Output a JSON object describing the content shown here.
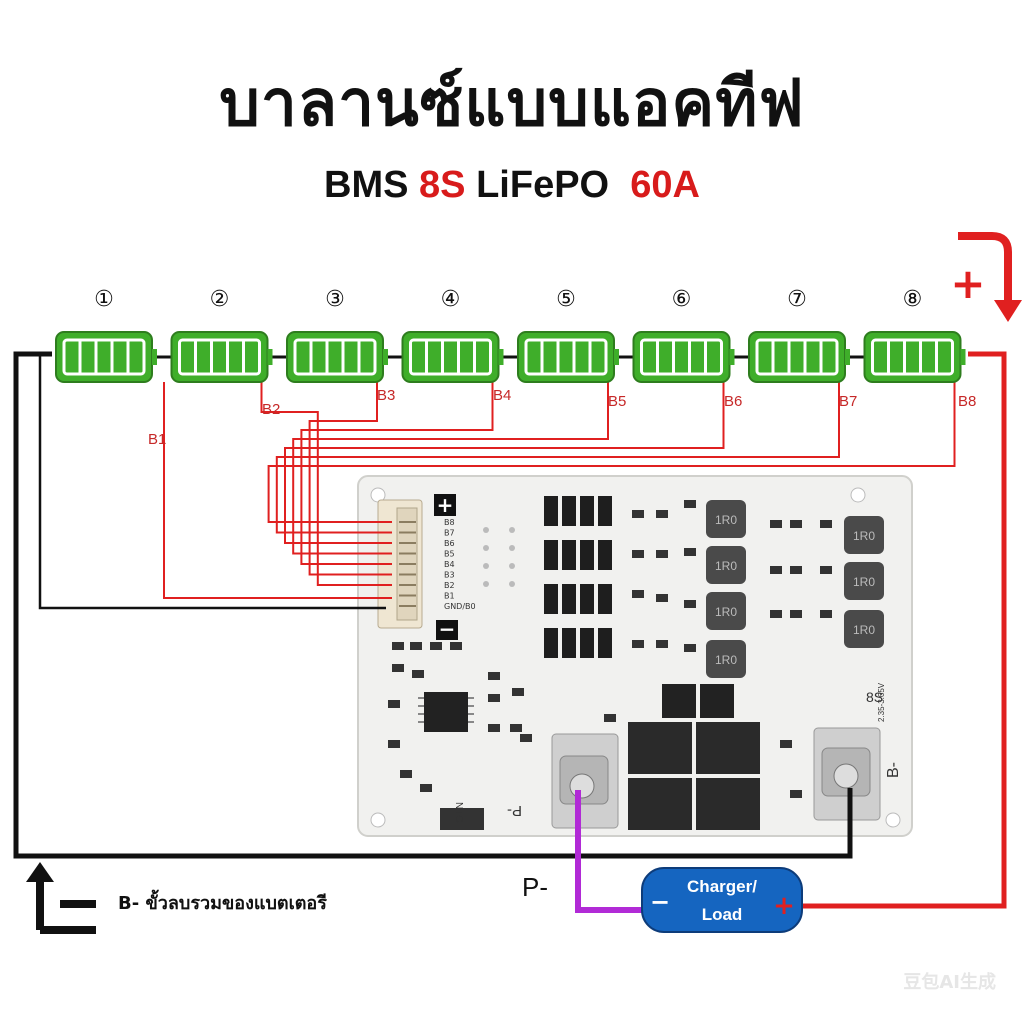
{
  "title": "บาลานซ์แบบแอคทีฟ",
  "subtitle": {
    "bms": "BMS",
    "series": "8S",
    "chem": "LiFePO",
    "current": "60A"
  },
  "colors": {
    "cell_green": "#3fae2a",
    "wire_red": "#e02020",
    "wire_black": "#111111",
    "wire_purple": "#b12ad6",
    "load_blue": "#1565c0",
    "series_red": "#d81b1b"
  },
  "cells": [
    "①",
    "②",
    "③",
    "④",
    "⑤",
    "⑥",
    "⑦",
    "⑧"
  ],
  "balance_labels": [
    "B1",
    "B2",
    "B3",
    "B4",
    "B5",
    "B6",
    "B7",
    "B8"
  ],
  "connector_pins": [
    "B8",
    "B7",
    "B6",
    "B5",
    "B4",
    "B3",
    "B2",
    "B1",
    "GND/B0"
  ],
  "board": {
    "plus_sign": "+",
    "minus_sign": "−",
    "cell_count": "8S",
    "voltage_range": "2.35-3.65V",
    "p_minus": "P-",
    "b_minus": "B-",
    "ntc": "NTC",
    "inductor_marking": "1R0"
  },
  "load": {
    "label_line1": "Charger/",
    "label_line2": "Load",
    "minus": "−",
    "plus": "+"
  },
  "p_minus_label": "P-",
  "legend": "B- ขั้วลบรวมของแบตเตอรี",
  "plus_marker": "+",
  "watermark": "豆包AI生成"
}
